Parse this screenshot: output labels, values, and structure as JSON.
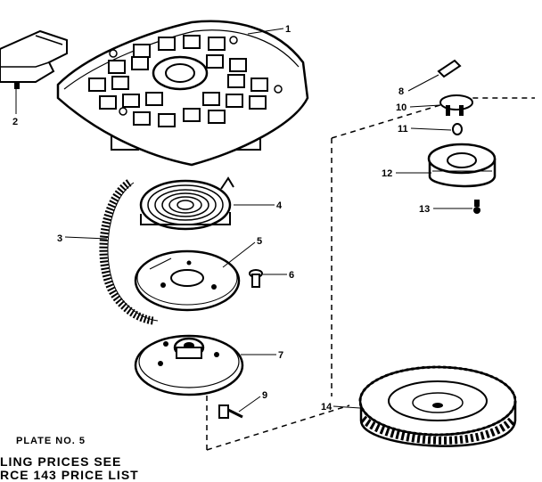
{
  "callouts": {
    "c1": "1",
    "c2": "2",
    "c3": "3",
    "c4": "4",
    "c5": "5",
    "c6": "6",
    "c7": "7",
    "c8": "8",
    "c9": "9",
    "c10": "10",
    "c11": "11",
    "c12": "12",
    "c13": "13",
    "c14": "14"
  },
  "caption": {
    "plate": "PLATE NO. 5",
    "line1": "LING  PRICES  SEE",
    "line2": "RCE 143 PRICE  LIST"
  }
}
